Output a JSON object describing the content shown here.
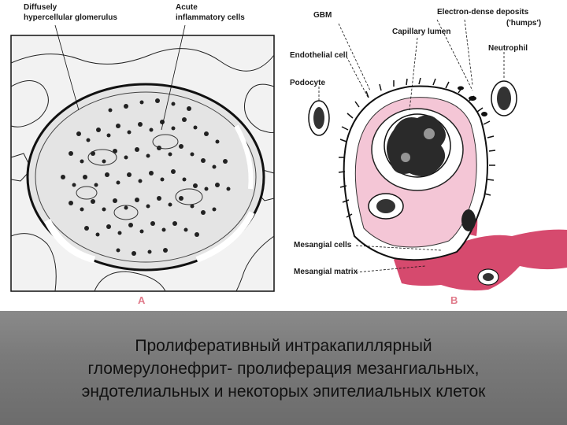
{
  "panel_a": {
    "letter": "A",
    "labels": {
      "diffusely": "Diffusely",
      "hypercellular": "hypercellular glomerulus",
      "acute": "Acute",
      "inflammatory": "inflammatory cells"
    }
  },
  "panel_b": {
    "letter": "B",
    "labels": {
      "gbm": "GBM",
      "deposits_1": "Electron-dense deposits",
      "deposits_2": "('humps')",
      "capillary_lumen": "Capillary lumen",
      "endothelial": "Endothelial cell",
      "neutrophil": "Neutrophil",
      "podocyte": "Podocyte",
      "mesangial_cells": "Mesangial cells",
      "mesangial_matrix": "Mesangial matrix"
    }
  },
  "caption": {
    "line1": "Пролиферативный интракапиллярный",
    "line2": "гломерулонефрит- пролиферация мезангиальных,",
    "line3": "эндотелиальных и некоторых эпителиальных клеток"
  },
  "colors": {
    "matrix_pink": "#d64a6e",
    "lumen_pink": "#f4c6d6",
    "ink": "#1a1a1a",
    "caption_bg": "#7a7a7a"
  }
}
